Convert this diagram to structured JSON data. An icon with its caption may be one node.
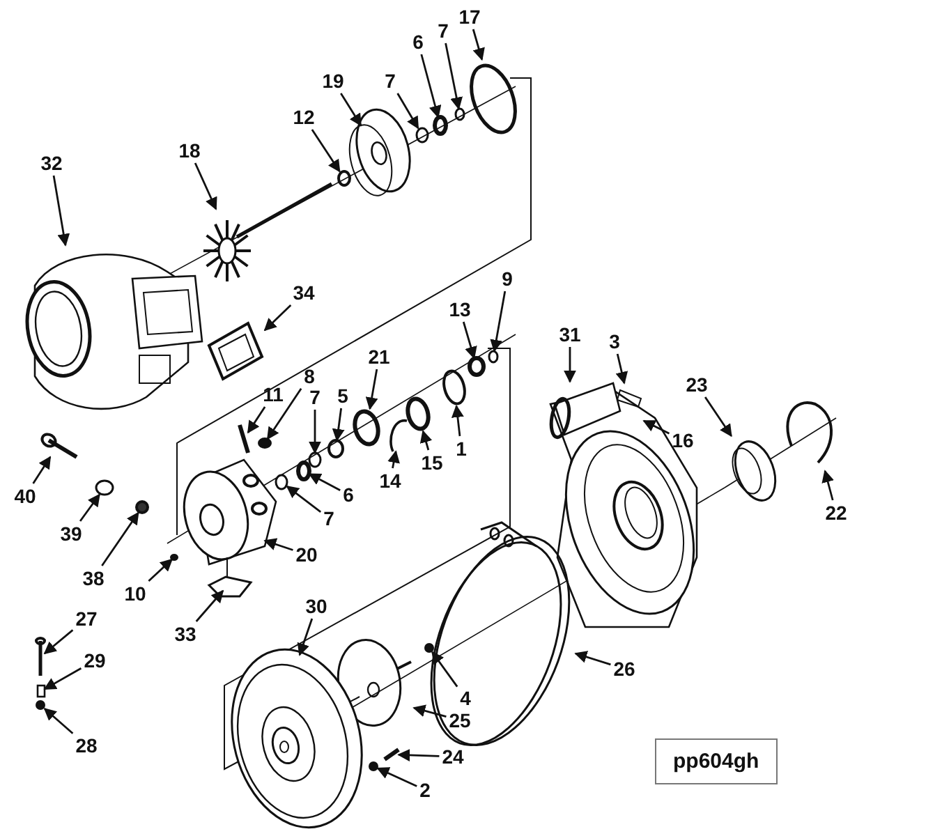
{
  "diagram": {
    "nodes": [
      {
        "text": [
          "17"
        ]
      },
      {
        "text": [
          "7"
        ]
      },
      {
        "text": [
          "6"
        ]
      },
      {
        "text": [
          "7"
        ]
      },
      {
        "text": [
          "19"
        ]
      },
      {
        "text": [
          "12"
        ]
      },
      {
        "text": [
          "18"
        ]
      },
      {
        "text": [
          "32"
        ]
      },
      {
        "text": [
          "34"
        ]
      },
      {
        "text": [
          "9"
        ]
      },
      {
        "text": [
          "13"
        ]
      },
      {
        "text": [
          "21"
        ]
      },
      {
        "text": [
          "8"
        ]
      },
      {
        "text": [
          "11"
        ]
      },
      {
        "text": [
          "7"
        ]
      },
      {
        "text": [
          "5"
        ]
      },
      {
        "text": [
          "14"
        ]
      },
      {
        "text": [
          "15"
        ]
      },
      {
        "text": [
          "1"
        ]
      },
      {
        "text": [
          "6"
        ]
      },
      {
        "text": [
          "7"
        ]
      },
      {
        "text": [
          "20"
        ]
      },
      {
        "text": [
          "10"
        ]
      },
      {
        "text": [
          "40"
        ]
      },
      {
        "text": [
          "39"
        ]
      },
      {
        "text": [
          "38"
        ]
      },
      {
        "text": [
          "33"
        ]
      },
      {
        "text": [
          "31"
        ]
      },
      {
        "text": [
          "3"
        ]
      },
      {
        "text": [
          "16"
        ]
      },
      {
        "text": [
          "23"
        ]
      },
      {
        "text": [
          "22"
        ]
      },
      {
        "text": [
          "26"
        ]
      },
      {
        "text": [
          "30"
        ]
      },
      {
        "text": [
          "27"
        ]
      },
      {
        "text": [
          "29"
        ]
      },
      {
        "text": [
          "28"
        ]
      },
      {
        "text": [
          "4"
        ]
      },
      {
        "text": [
          "25"
        ]
      },
      {
        "text": [
          "24"
        ]
      },
      {
        "text": [
          "2"
        ]
      },
      {
        "text": [
          "pp604gh"
        ]
      },
      {
        "text": [],
        "shape": "circle"
      },
      {
        "text": [],
        "shape": "circle"
      },
      {
        "text": [],
        "shape": "circle"
      },
      {
        "text": [],
        "shape": "circle"
      },
      {
        "text": [],
        "shape": "circle"
      },
      {
        "text": [],
        "shape": "circle"
      },
      {
        "text": [],
        "shape": "circle"
      },
      {
        "text": [],
        "shape": "bar"
      },
      {
        "text": [],
        "shape": "circle"
      },
      {
        "text": [],
        "shape": "circle"
      },
      {
        "text": [],
        "shape": "circle"
      },
      {
        "text": [],
        "shape": "circle"
      },
      {
        "text": [],
        "shape": "circle"
      },
      {
        "text": [],
        "shape": "bar"
      },
      {
        "text": [],
        "shape": "circle"
      },
      {
        "text": [],
        "shape": "circle"
      },
      {
        "text": [],
        "shape": "circle"
      },
      {
        "text": [],
        "shape": "circle"
      },
      {
        "text": [],
        "shape": "circle"
      },
      {
        "text": [],
        "shape": "circle"
      },
      {
        "text": [],
        "shape": "bar"
      },
      {
        "text": [],
        "shape": "circle"
      },
      {
        "text": [],
        "shape": "circle"
      },
      {
        "text": [],
        "shape": "box"
      },
      {
        "text": [],
        "shape": "circle"
      },
      {
        "text": [],
        "shape": "circle"
      },
      {
        "text": [],
        "shape": "bar"
      },
      {
        "text": [],
        "shape": "circle"
      }
    ],
    "edges": [
      {
        "from": 0,
        "to": 50,
        "arrow": "to"
      },
      {
        "from": 1,
        "to": 51,
        "arrow": "to"
      },
      {
        "from": 2,
        "to": 42,
        "arrow": "to"
      },
      {
        "from": 3,
        "to": 52,
        "arrow": "to"
      },
      {
        "from": 4,
        "to": null,
        "arrow": "to"
      },
      {
        "from": 5,
        "to": 53,
        "arrow": "to"
      },
      {
        "from": 6,
        "to": null,
        "arrow": "to"
      },
      {
        "from": 7,
        "to": null,
        "arrow": "to"
      },
      {
        "from": 8,
        "to": null,
        "arrow": "to"
      },
      {
        "from": 9,
        "to": 43,
        "arrow": "to"
      },
      {
        "from": 10,
        "to": 54,
        "arrow": "to"
      },
      {
        "from": 11,
        "to": 44,
        "arrow": "to"
      },
      {
        "from": 12,
        "to": 45,
        "arrow": "to"
      },
      {
        "from": 13,
        "to": 55,
        "arrow": "to"
      },
      {
        "from": 14,
        "to": 56,
        "arrow": "to"
      },
      {
        "from": 15,
        "to": 57,
        "arrow": "to"
      },
      {
        "from": 16,
        "to": 58,
        "arrow": "to"
      },
      {
        "from": 17,
        "to": 46,
        "arrow": "to"
      },
      {
        "from": 18,
        "to": 59,
        "arrow": "to"
      },
      {
        "from": 19,
        "to": 47,
        "arrow": "to"
      },
      {
        "from": 20,
        "to": 60,
        "arrow": "to"
      },
      {
        "from": 21,
        "to": null,
        "arrow": "to"
      },
      {
        "from": 22,
        "to": 61,
        "arrow": "to"
      },
      {
        "from": 23,
        "to": 62,
        "arrow": "to"
      },
      {
        "from": 24,
        "to": 63,
        "arrow": "to"
      },
      {
        "from": 25,
        "to": 64,
        "arrow": "to"
      },
      {
        "from": 26,
        "to": null,
        "arrow": "to"
      },
      {
        "from": 27,
        "to": null,
        "arrow": "to"
      },
      {
        "from": 28,
        "to": null,
        "arrow": "to"
      },
      {
        "from": 29,
        "to": null,
        "arrow": "to"
      },
      {
        "from": 30,
        "to": 48,
        "arrow": "to"
      },
      {
        "from": 31,
        "to": null,
        "arrow": "to"
      },
      {
        "from": 32,
        "to": null,
        "arrow": "to"
      },
      {
        "from": 33,
        "to": null,
        "arrow": "to"
      },
      {
        "from": 34,
        "to": 49,
        "arrow": "to"
      },
      {
        "from": 35,
        "to": 65,
        "arrow": "to"
      },
      {
        "from": 36,
        "to": 66,
        "arrow": "to"
      },
      {
        "from": 37,
        "to": 67,
        "arrow": "to"
      },
      {
        "from": 38,
        "to": null,
        "arrow": "to"
      },
      {
        "from": 39,
        "to": 68,
        "arrow": "to"
      },
      {
        "from": 40,
        "to": 69,
        "arrow": "to"
      }
    ]
  }
}
